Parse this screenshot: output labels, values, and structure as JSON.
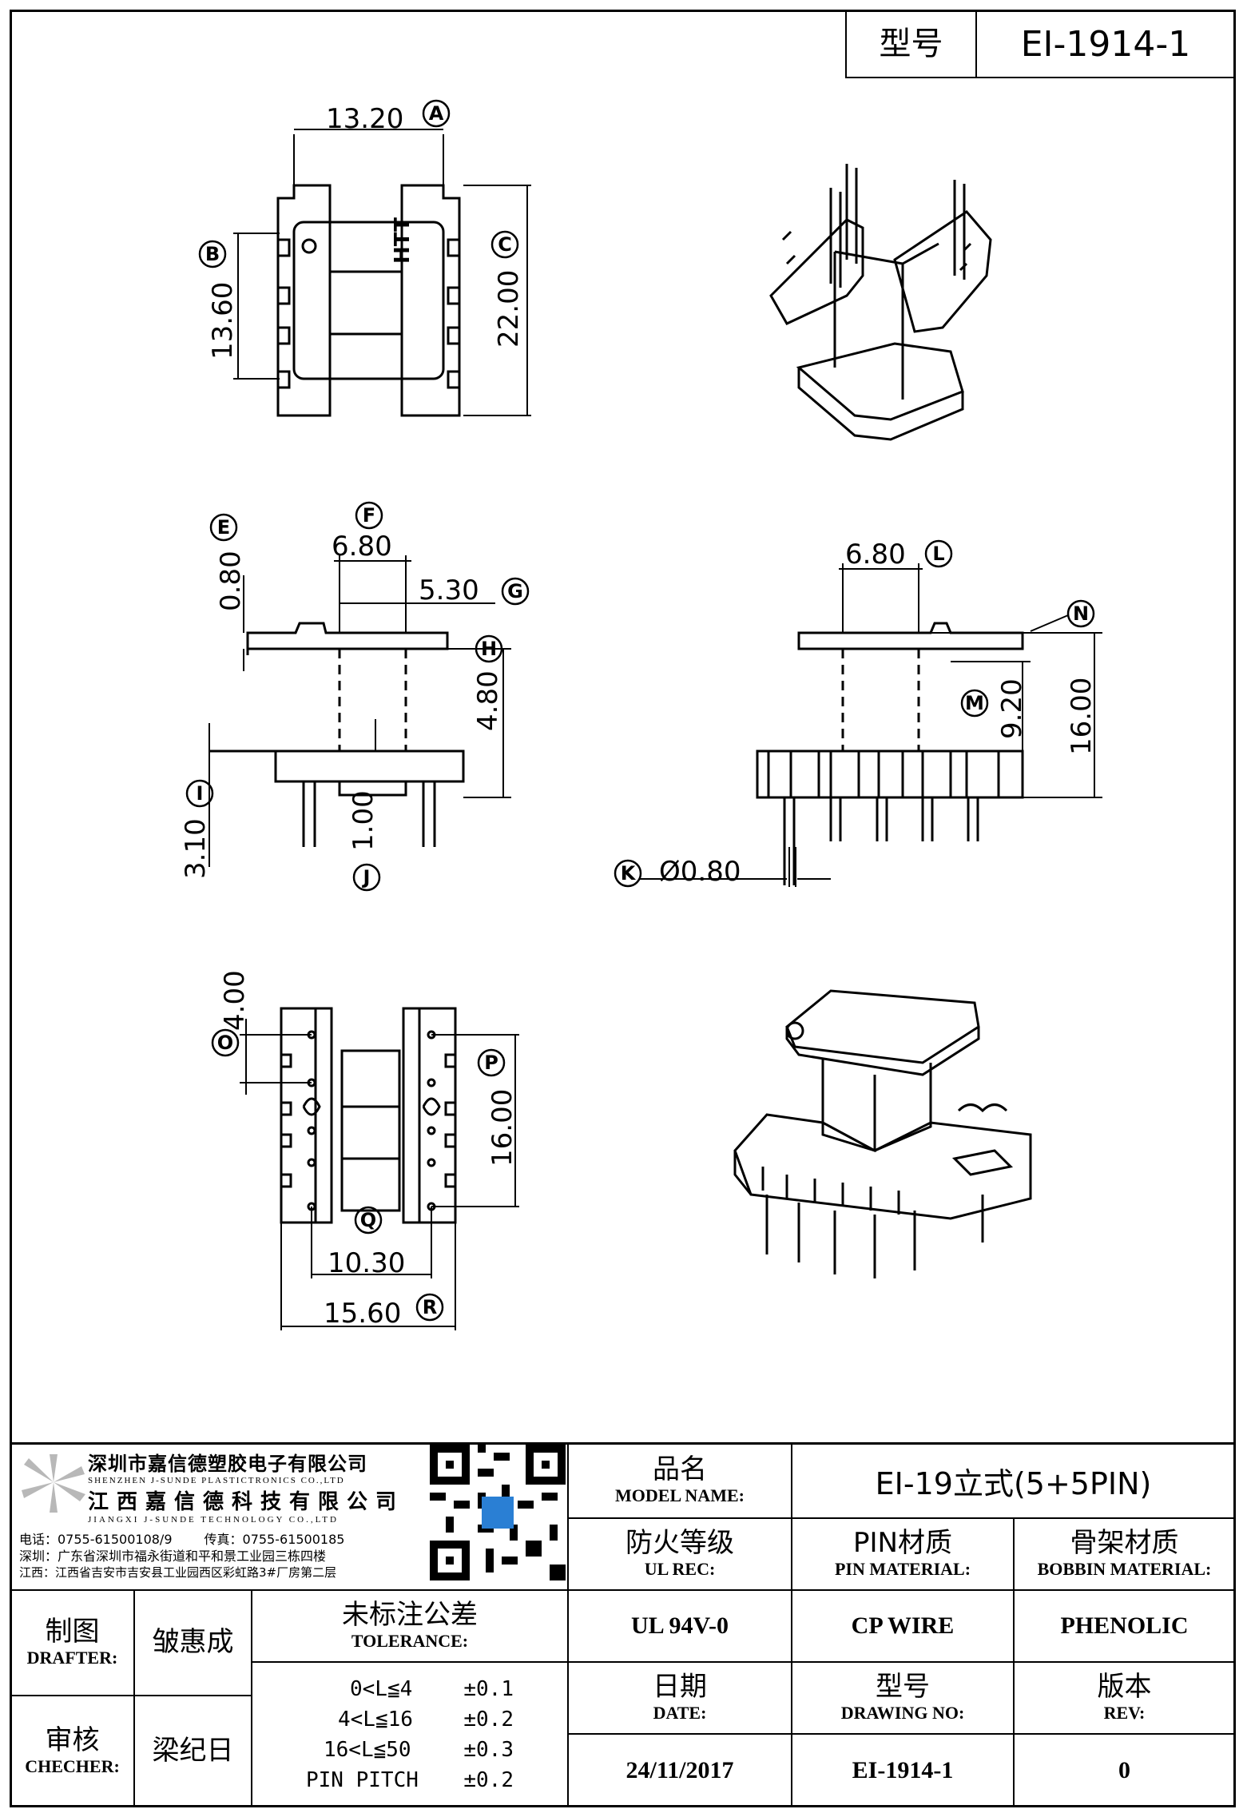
{
  "header": {
    "model_label": "型号",
    "model_value": "EI-1914-1"
  },
  "dimensions": {
    "A": "13.20",
    "B": "13.60",
    "C": "22.00",
    "E": "0.80",
    "F": "6.80",
    "G": "5.30",
    "H": "4.80",
    "I": "3.10",
    "J": "1.00",
    "K": "Ø0.80",
    "L": "6.80",
    "M": "9.20",
    "N": "16.00",
    "O": "4.00",
    "P": "16.00",
    "Q": "10.30",
    "R": "15.60"
  },
  "markings": {
    "htt": "HTT"
  },
  "company": {
    "name_cn_1": "深圳市嘉信德塑胶电子有限公司",
    "name_en_1": "SHENZHEN J-SUNDE PLASTICTRONICS CO.,LTD",
    "name_cn_2": "江西嘉信德科技有限公司",
    "name_en_2": "JIANGXI J-SUNDE TECHNOLOGY CO.,LTD",
    "phone": "电话：0755-61500108/9",
    "fax": "传真：0755-61500185",
    "addr_sz": "深圳：广东省深圳市福永街道和平和景工业园三栋四楼",
    "addr_jx": "江西：江西省吉安市吉安县工业园西区彩虹路3#厂房第二层"
  },
  "title_block": {
    "model_name_zh": "品名",
    "model_name_en": "MODEL NAME:",
    "model_name_value": "EI-19立式(5+5PIN)",
    "ul_zh": "防火等级",
    "ul_en": "UL REC:",
    "ul_value": "UL 94V-0",
    "pin_zh": "PIN材质",
    "pin_en": "PIN MATERIAL:",
    "pin_value": "CP WIRE",
    "bobbin_zh": "骨架材质",
    "bobbin_en": "BOBBIN MATERIAL:",
    "bobbin_value": "PHENOLIC",
    "drafter_zh": "制图",
    "drafter_en": "DRAFTER:",
    "drafter_value": "皱惠成",
    "checker_zh": "审核",
    "checker_en": "CHECHER:",
    "checker_value": "梁纪日",
    "tolerance_zh": "未标注公差",
    "tolerance_en": "TOLERANCE:",
    "tolerances": [
      {
        "range": "0<L≦4",
        "value": "±0.1"
      },
      {
        "range": "4<L≦16",
        "value": "±0.2"
      },
      {
        "range": "16<L≦50",
        "value": "±0.3"
      },
      {
        "range": "PIN PITCH",
        "value": "±0.2"
      }
    ],
    "date_zh": "日期",
    "date_en": "DATE:",
    "date_value": "24/11/2017",
    "drawing_zh": "型号",
    "drawing_en": "DRAWING NO:",
    "drawing_value": "EI-1914-1",
    "rev_zh": "版本",
    "rev_en": "REV:",
    "rev_value": "0"
  }
}
